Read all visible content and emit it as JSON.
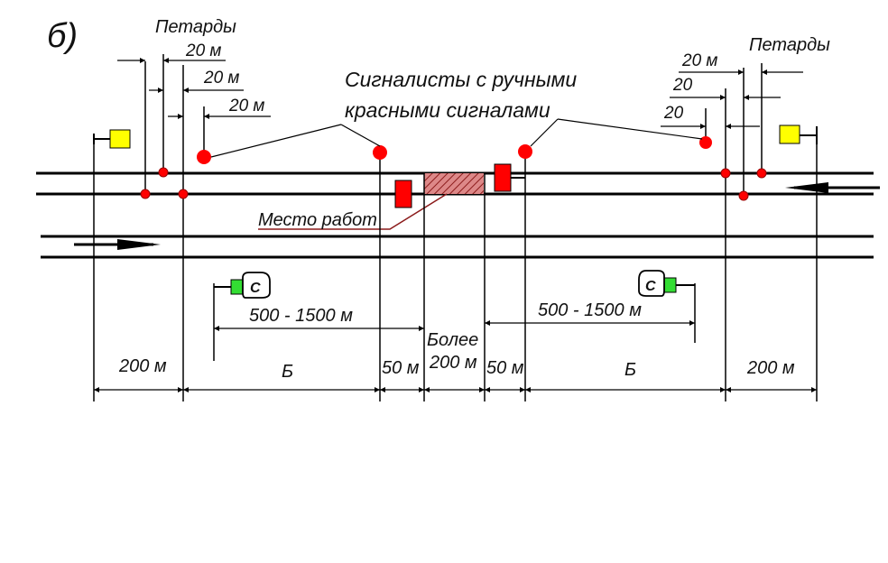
{
  "figure_label": "б)",
  "labels": {
    "petards_left": "Петарды",
    "petards_right": "Петарды",
    "signalmen_line1": "Сигналисты с ручными",
    "signalmen_line2": "красными сигналами",
    "work_site": "Место работ"
  },
  "petard_spacing": {
    "left": [
      "20 м",
      "20 м",
      "20 м"
    ],
    "right": [
      "20 м",
      "20",
      "20"
    ]
  },
  "distances": {
    "sign_left": "500 - 1500 м",
    "sign_right": "500 - 1500 м",
    "more_line1": "Более",
    "more_line2": "200 м",
    "seg_200_left": "200 м",
    "seg_b_left": "Б",
    "seg_50_left": "50 м",
    "seg_50_right": "50 м",
    "seg_b_right": "Б",
    "seg_200_right": "200 м"
  },
  "sign_letter": "С",
  "colors": {
    "signal_yellow": "#ffff00",
    "red": "#ff0000",
    "sign_green": "#33dd33",
    "work_site": "#8b1a1a"
  }
}
